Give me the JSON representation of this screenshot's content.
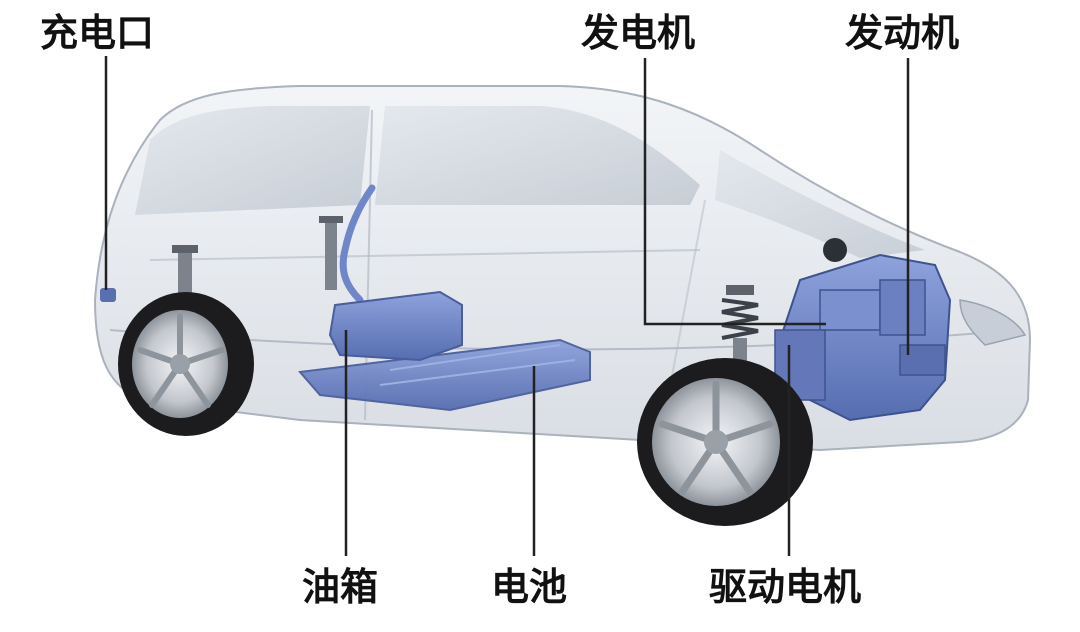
{
  "labels": {
    "charging_port": "充电口",
    "generator": "发电机",
    "engine": "发动机",
    "fuel_tank": "油箱",
    "battery": "电池",
    "drive_motor": "驱动电机"
  },
  "colors": {
    "label_text": "#111111",
    "leader_line": "#222222",
    "car_shell": "#d8dde4",
    "component_blue": "#6f86c8",
    "tire": "#1c1c1e",
    "rim": "#c9ccd1"
  }
}
